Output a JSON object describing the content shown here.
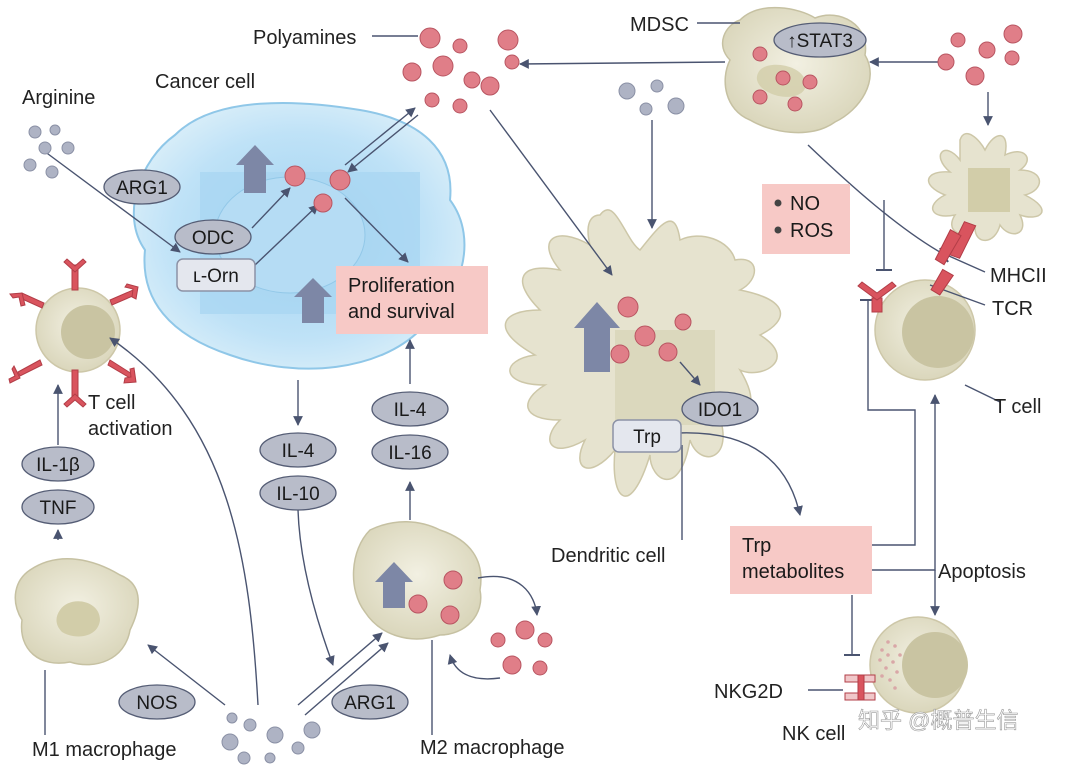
{
  "labels": {
    "polyamines": "Polyamines",
    "mdsc": "MDSC",
    "cancer_cell": "Cancer cell",
    "arginine": "Arginine",
    "t_cell_activation_1": "T cell",
    "t_cell_activation_2": "activation",
    "dendritic_cell": "Dendritic cell",
    "m1_macrophage": "M1 macrophage",
    "m2_macrophage": "M2 macrophage",
    "mhcii": "MHCII",
    "tcr": "TCR",
    "t_cell": "T cell",
    "apoptosis": "Apoptosis",
    "nkg2d": "NKG2D",
    "nk_cell": "NK cell"
  },
  "pills": {
    "stat3": "↑STAT3",
    "arg1_top": "ARG1",
    "odc": "ODC",
    "il1b": "IL-1β",
    "tnf": "TNF",
    "il4_left": "IL-4",
    "il10": "IL-10",
    "il4_right": "IL-4",
    "il16": "IL-16",
    "nos": "NOS",
    "arg1_bottom": "ARG1",
    "ido1": "IDO1"
  },
  "boxes": {
    "l_orn": "ʟ-Orn",
    "trp": "Trp",
    "proliferation_1": "Proliferation",
    "proliferation_2": "and survival",
    "no": "NO",
    "ros": "ROS",
    "trp_metabolites_1": "Trp",
    "trp_metabolites_2": "metabolites"
  },
  "watermark": "知乎 @概普生信",
  "colors": {
    "polyamine": "#e07e88",
    "arginine": "#aeb3c4",
    "pill": "#b8bcc9",
    "pink_box": "#f7c9c6",
    "cell_beige": "#e6e3cf",
    "cancer_cell": "#bfe2f7",
    "arrow": "#4a5470",
    "receptor": "#d9545e"
  }
}
